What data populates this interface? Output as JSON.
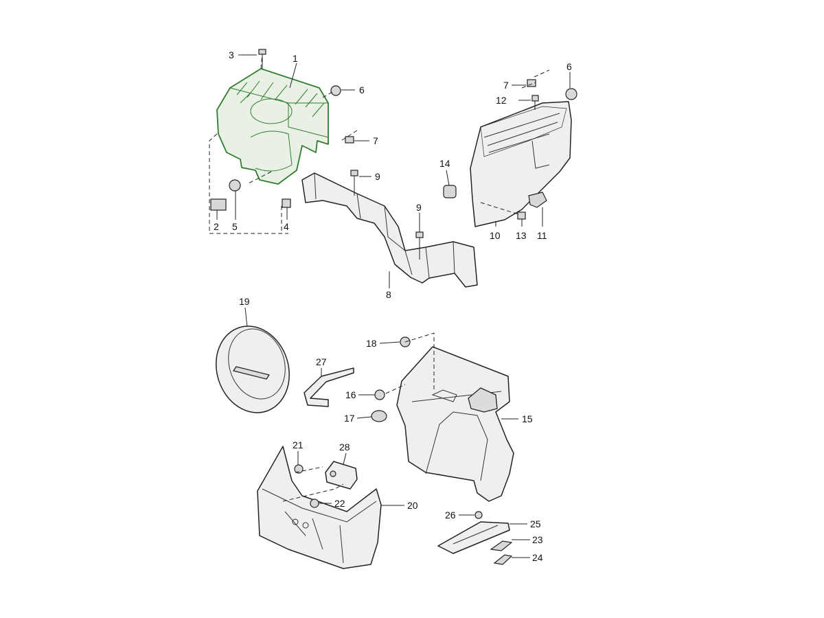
{
  "diagram": {
    "highlight_color": "#2e7d2e",
    "parts": [
      {
        "id": "part-1",
        "label": "1"
      },
      {
        "id": "part-2",
        "label": "2"
      },
      {
        "id": "part-3",
        "label": "3"
      },
      {
        "id": "part-4",
        "label": "4"
      },
      {
        "id": "part-5",
        "label": "5"
      },
      {
        "id": "part-6a",
        "label": "6"
      },
      {
        "id": "part-7a",
        "label": "7"
      },
      {
        "id": "part-6b",
        "label": "6"
      },
      {
        "id": "part-7b",
        "label": "7"
      },
      {
        "id": "part-8",
        "label": "8"
      },
      {
        "id": "part-9a",
        "label": "9"
      },
      {
        "id": "part-9b",
        "label": "9"
      },
      {
        "id": "part-10",
        "label": "10"
      },
      {
        "id": "part-11",
        "label": "11"
      },
      {
        "id": "part-12",
        "label": "12"
      },
      {
        "id": "part-13",
        "label": "13"
      },
      {
        "id": "part-14",
        "label": "14"
      },
      {
        "id": "part-15",
        "label": "15"
      },
      {
        "id": "part-16",
        "label": "16"
      },
      {
        "id": "part-17",
        "label": "17"
      },
      {
        "id": "part-18",
        "label": "18"
      },
      {
        "id": "part-19",
        "label": "19"
      },
      {
        "id": "part-20",
        "label": "20"
      },
      {
        "id": "part-21",
        "label": "21"
      },
      {
        "id": "part-22",
        "label": "22"
      },
      {
        "id": "part-23",
        "label": "23"
      },
      {
        "id": "part-24",
        "label": "24"
      },
      {
        "id": "part-25",
        "label": "25"
      },
      {
        "id": "part-26",
        "label": "26"
      },
      {
        "id": "part-27",
        "label": "27"
      },
      {
        "id": "part-28",
        "label": "28"
      }
    ]
  }
}
